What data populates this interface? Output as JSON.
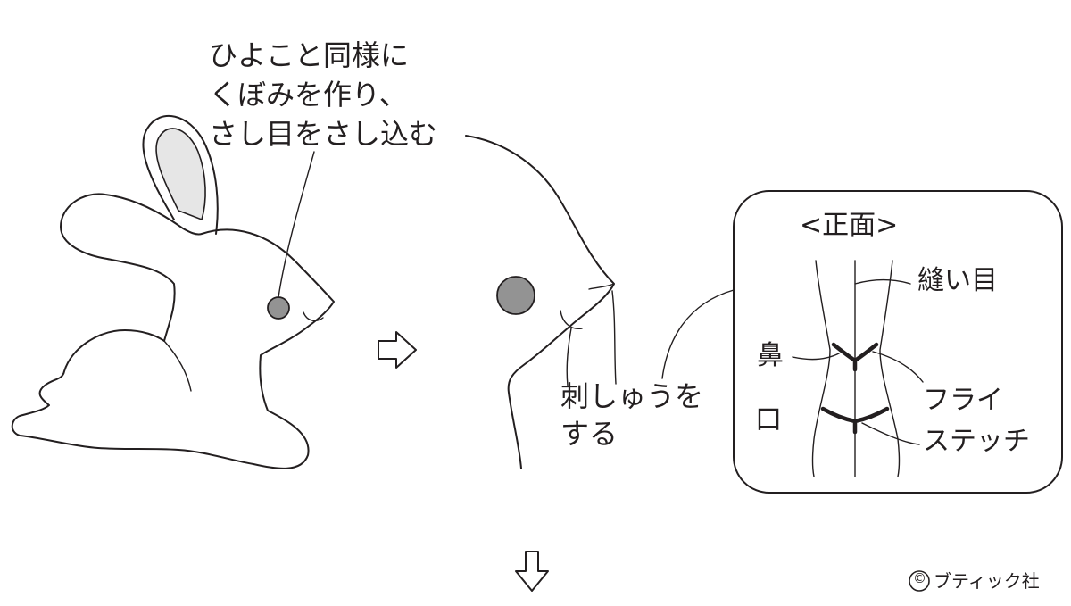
{
  "instruction_top": {
    "line1": "ひよこと同様に",
    "line2": "くぼみを作り、",
    "line3": "さし目をさし込む"
  },
  "instruction_embroider": {
    "line1": "刺しゅうを",
    "line2": "する"
  },
  "detail_panel": {
    "title": "<正面>",
    "seam_label": "縫い目",
    "nose_label": "鼻",
    "mouth_label": "口",
    "stitch_label_line1": "フライ",
    "stitch_label_line2": "ステッチ"
  },
  "credit": {
    "symbol": "©",
    "text": "ブティック社"
  },
  "colors": {
    "line": "#231f20",
    "eye": "#939393",
    "ear_inner": "#e6e6e6",
    "background": "#ffffff"
  },
  "icons": [
    "right-arrow-icon",
    "down-arrow-icon",
    "copyright-icon"
  ]
}
